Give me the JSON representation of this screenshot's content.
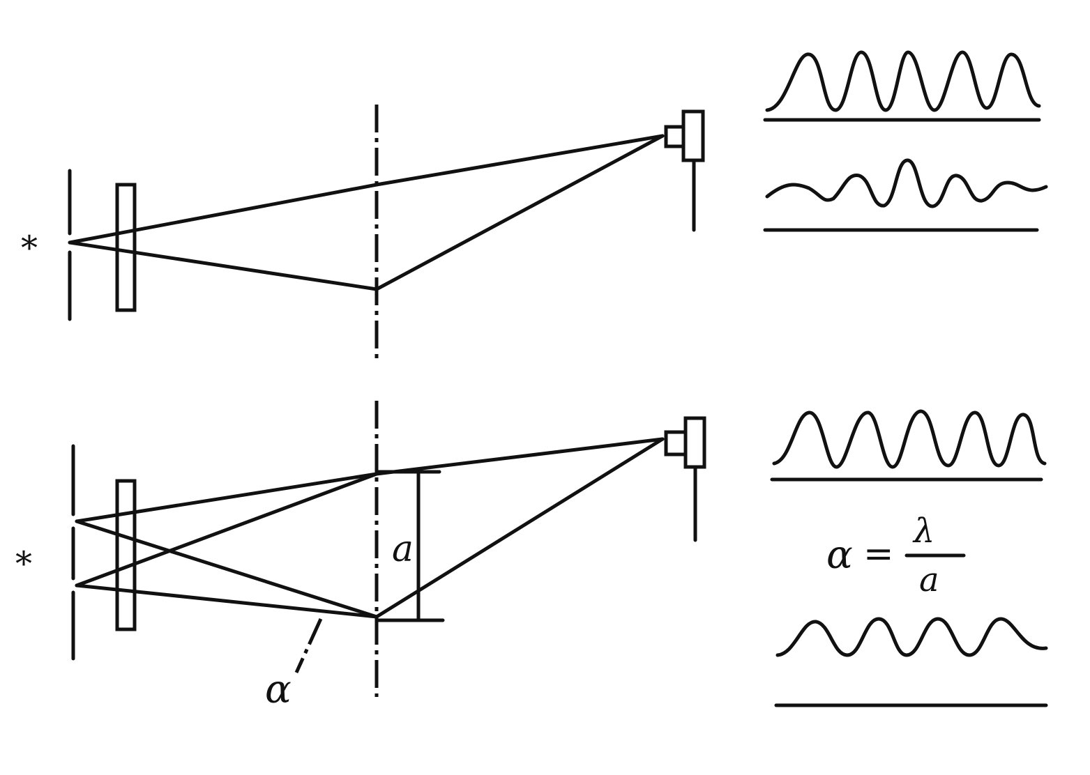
{
  "figure": {
    "top_setup": {
      "source_symbol": "*"
    },
    "bottom_setup": {
      "source_symbol": "*",
      "slit_separation_label": "a",
      "angle_label": "α"
    },
    "formula": {
      "lhs": "α",
      "equals": "=",
      "numerator": "λ",
      "denominator": "a"
    },
    "fringe_patterns": [
      {
        "name": "top-high-visibility"
      },
      {
        "name": "top-reduced-visibility"
      },
      {
        "name": "bottom-high-visibility"
      },
      {
        "name": "bottom-vanishing-visibility"
      }
    ]
  }
}
